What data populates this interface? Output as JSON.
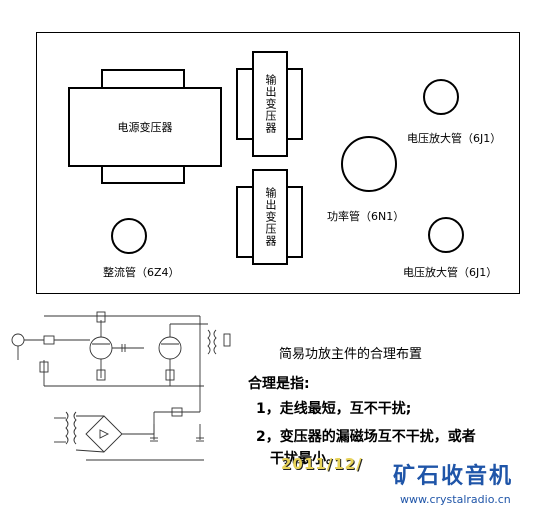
{
  "layout": {
    "power_transformer": "电源变压器",
    "output_transformer_top": "输出变压器",
    "output_transformer_bottom": "输出变压器",
    "voltage_amp_top": "电压放大管（6J1）",
    "power_tube": "功率管（6N1）",
    "rectifier": "整流管（6Z4）",
    "voltage_amp_bottom": "电压放大管（6J1）"
  },
  "caption": {
    "title": "简易功放主件的合理布置",
    "lead": "合理是指:",
    "point1": "1，走线最短，互不干扰;",
    "point2": "2，变压器的漏磁场互不干扰，或者",
    "point2b": "干扰最小。"
  },
  "watermark": {
    "date": "2011/12/",
    "brand": "矿石收音机",
    "url": "www.crystalradio.cn"
  }
}
